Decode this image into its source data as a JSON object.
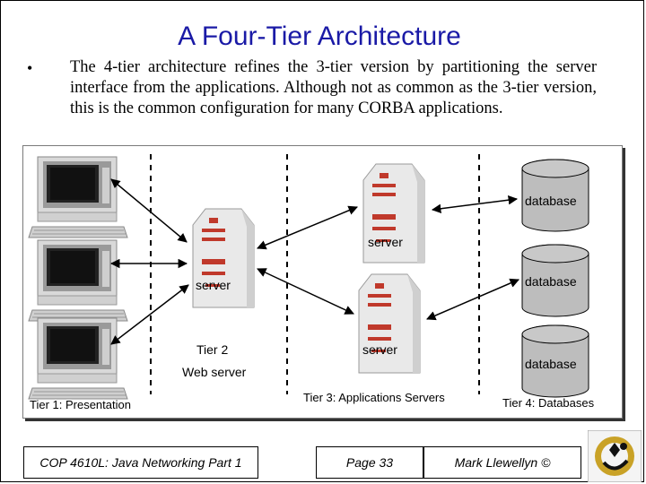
{
  "slide": {
    "title": "A Four-Tier Architecture",
    "bullet": "•",
    "body": "The 4-tier architecture refines the 3-tier version by partitioning the server interface from the applications.  Although not as common as the 3-tier version, this is the common configuration for many CORBA applications."
  },
  "diagram": {
    "tier1_label": "Tier 1: Presentation",
    "tier2_label": "Tier 2",
    "tier2_sublabel": "Web server",
    "tier3_label": "Tier 3: Applications Servers",
    "tier4_label": "Tier 4: Databases",
    "web_server_label": "server",
    "app_server_top_label": "server",
    "app_server_bottom_label": "server",
    "db_top_label": "database",
    "db_middle_label": "database",
    "db_bottom_label": "database",
    "colors": {
      "server_fill": "#e9e9e9",
      "server_accent": "#c0392b",
      "db_fill": "#bdbdbd",
      "title": "#1a1aa6"
    }
  },
  "footer": {
    "course": "COP 4610L: Java Networking Part 1",
    "page": "Page 33",
    "author": "Mark Llewellyn ©"
  }
}
